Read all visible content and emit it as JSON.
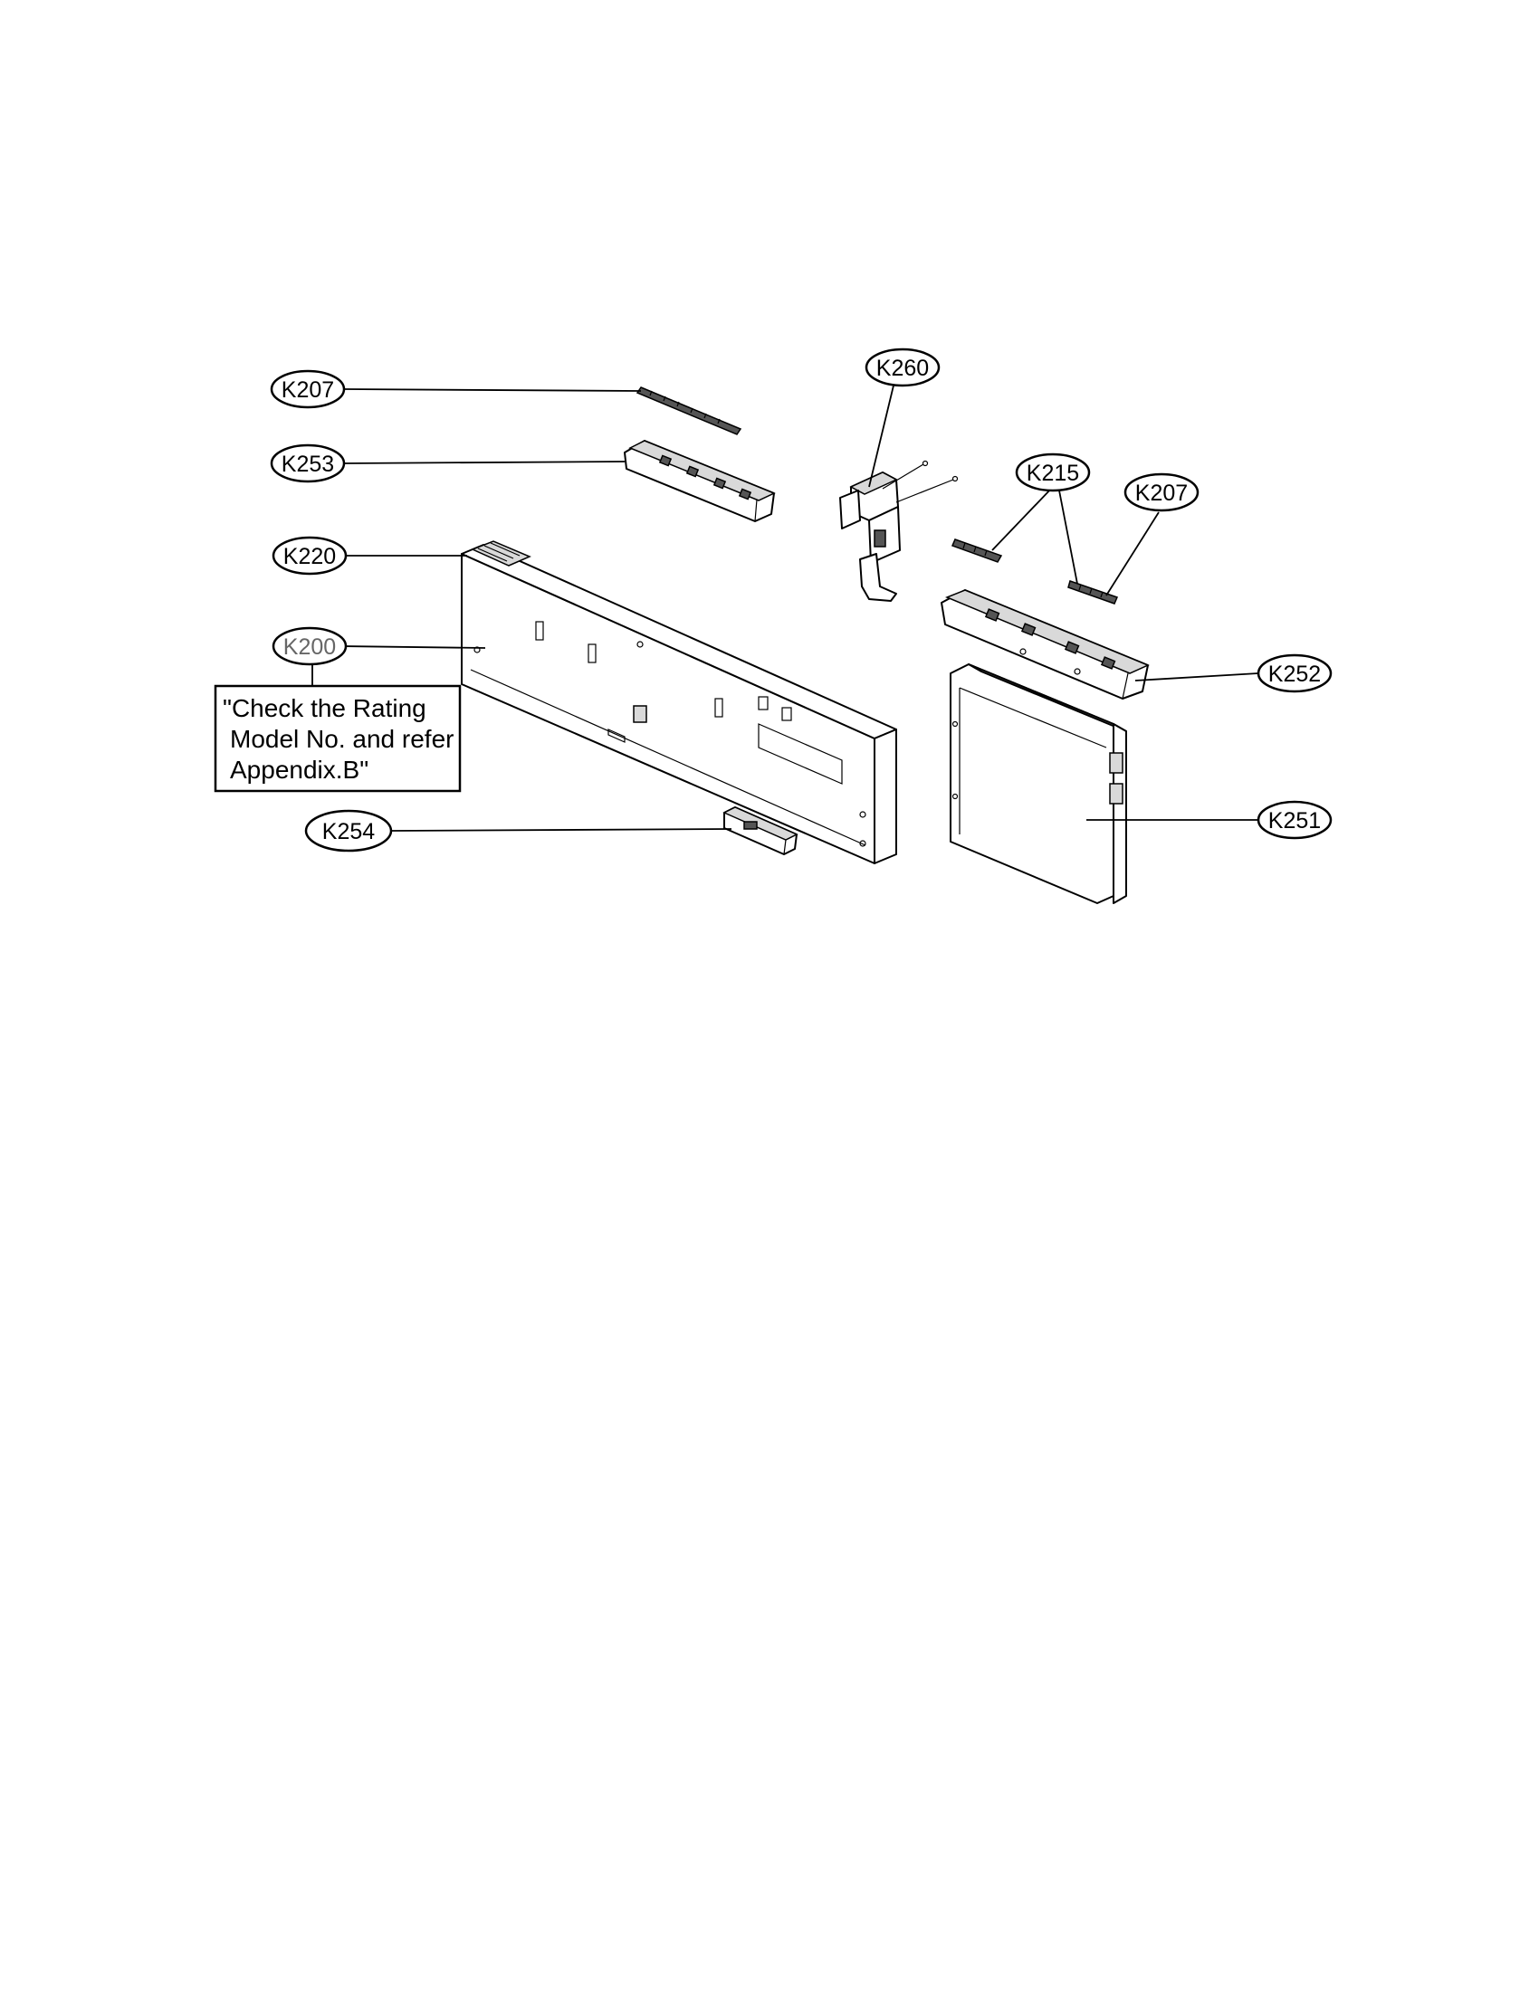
{
  "callouts": {
    "k207_left": "K207",
    "k253": "K253",
    "k220": "K220",
    "k200": "K200",
    "k254": "K254",
    "k260": "K260",
    "k215": "K215",
    "k207_right": "K207",
    "k252": "K252",
    "k251": "K251"
  },
  "note": {
    "line1": "\"Check the Rating",
    "line2": "Model No. and refer",
    "line3": "Appendix.B\""
  }
}
